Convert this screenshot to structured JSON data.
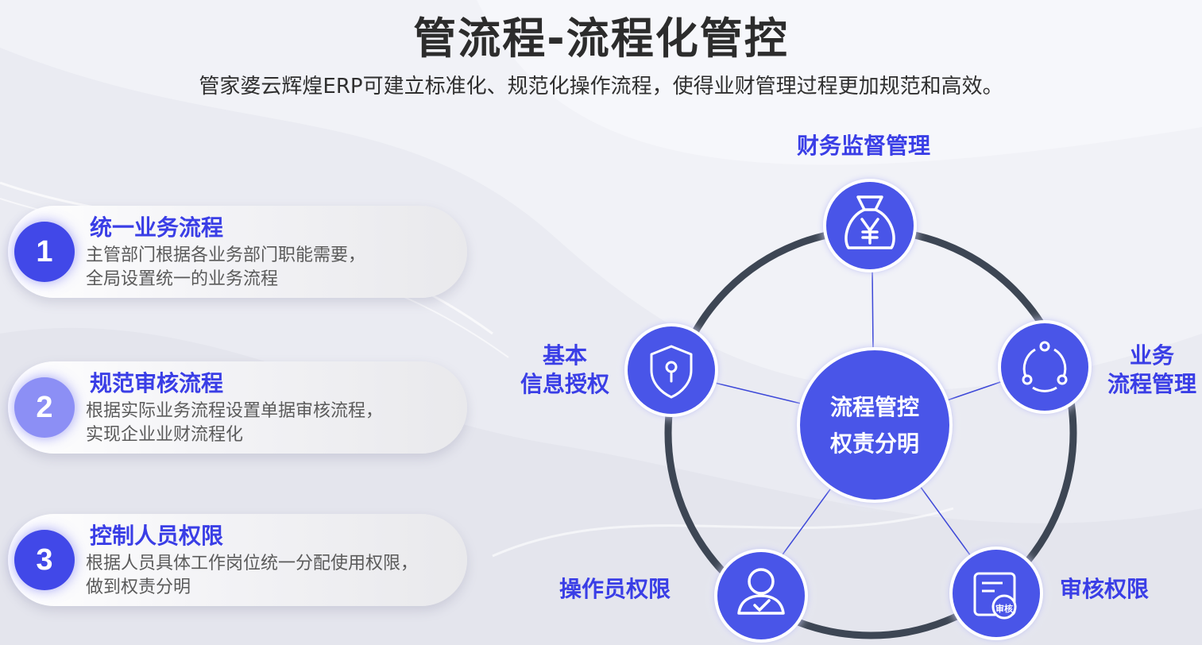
{
  "header": {
    "title": "管流程-流程化管控",
    "subtitle": "管家婆云辉煌ERP可建立标准化、规范化操作流程，使得业财管理过程更加规范和高效。"
  },
  "features": [
    {
      "number": "1",
      "title": "统一业务流程",
      "line1": "主管部门根据各业务部门职能需要，",
      "line2": "全局设置统一的业务流程"
    },
    {
      "number": "2",
      "title": "规范审核流程",
      "line1": "根据实际业务流程设置单据审核流程，",
      "line2": "实现企业业财流程化"
    },
    {
      "number": "3",
      "title": "控制人员权限",
      "line1": "根据人员具体工作岗位统一分配使用权限，",
      "line2": "做到权责分明"
    }
  ],
  "diagram": {
    "center": {
      "line1": "流程管控",
      "line2": "权责分明"
    },
    "nodes": [
      {
        "label": "财务监督管理",
        "icon": "money-bag-icon"
      },
      {
        "label_line1": "业务",
        "label_line2": "流程管理",
        "icon": "cycle-flow-icon"
      },
      {
        "label": "审核权限",
        "icon": "audit-document-icon",
        "badge": "审核"
      },
      {
        "label": "操作员权限",
        "icon": "operator-person-icon"
      },
      {
        "label_line1": "基本",
        "label_line2": "信息授权",
        "icon": "shield-lock-icon"
      }
    ]
  },
  "colors": {
    "accent": "#3a3ee6",
    "node_fill": "#4a55e8",
    "ring": "#3d4654",
    "num1": "#4148e8",
    "num2": "#8c8ff5",
    "num3": "#4148e8"
  }
}
